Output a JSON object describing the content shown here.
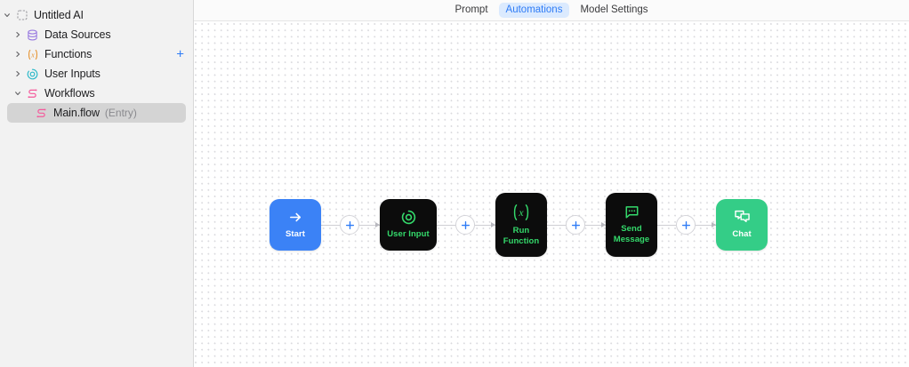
{
  "sidebar": {
    "items": [
      {
        "label": "Untitled AI",
        "icon": "dashed-square-icon",
        "twisty": "down",
        "indent": 0,
        "selected": false,
        "has_add": false
      },
      {
        "label": "Data Sources",
        "icon": "database-icon",
        "twisty": "right",
        "indent": 1,
        "selected": false,
        "has_add": false
      },
      {
        "label": "Functions",
        "icon": "function-x-icon",
        "twisty": "right",
        "indent": 1,
        "selected": false,
        "has_add": true,
        "add_label": "+"
      },
      {
        "label": "User Inputs",
        "icon": "target-icon",
        "twisty": "right",
        "indent": 1,
        "selected": false,
        "has_add": false
      },
      {
        "label": "Workflows",
        "icon": "workflow-icon",
        "twisty": "down",
        "indent": 1,
        "selected": false,
        "has_add": false
      },
      {
        "label": "Main.flow",
        "sub": "(Entry)",
        "icon": "workflow-icon",
        "twisty": "",
        "indent": 2,
        "selected": true,
        "has_add": false
      }
    ]
  },
  "topbar": {
    "tabs": [
      {
        "label": "Prompt",
        "active": false
      },
      {
        "label": "Automations",
        "active": true
      },
      {
        "label": "Model Settings",
        "active": false
      }
    ]
  },
  "canvas": {
    "nodes": [
      {
        "id": "start",
        "label": "Start",
        "icon": "arrow-right-icon",
        "variant": "start"
      },
      {
        "id": "user-input",
        "label": "User Input",
        "icon": "target-icon",
        "variant": "user-input"
      },
      {
        "id": "run-function",
        "label": "Run\nFunction",
        "icon": "function-x-icon",
        "variant": "run-function"
      },
      {
        "id": "send-message",
        "label": "Send\nMessage",
        "icon": "message-bubble-icon",
        "variant": "send-message"
      },
      {
        "id": "chat",
        "label": "Chat",
        "icon": "chat-bubbles-icon",
        "variant": "chat"
      }
    ],
    "add_node_label": "+",
    "connector_count": 4
  },
  "colors": {
    "accent_blue": "#3b82f6",
    "node_green": "#34d96b",
    "chat_green": "#34cd87",
    "node_dark": "#0c0c0c",
    "sidebar_bg": "#f2f2f2",
    "selected_row": "#d4d4d4",
    "functions_orange": "#e6912c",
    "database_purple": "#9a7ce0",
    "userinput_teal": "#2cb9c9",
    "workflow_pink": "#f5589b"
  }
}
